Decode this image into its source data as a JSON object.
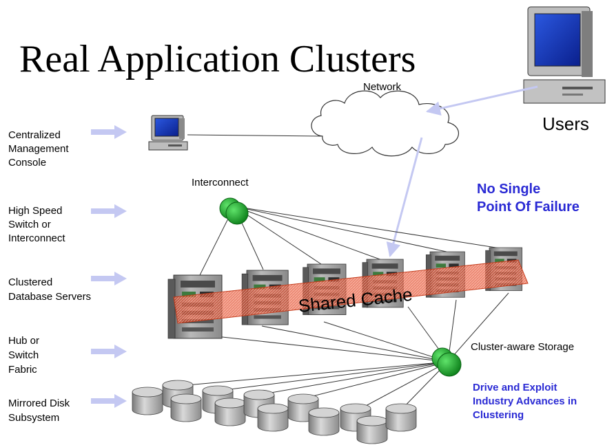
{
  "title": "Real Application Clusters",
  "labels": {
    "network": "Network",
    "users": "Users",
    "interconnect": "Interconnect",
    "no_spof_line1": "No Single",
    "no_spof_line2": "Point Of Failure",
    "shared_cache": "Shared Cache",
    "cluster_storage": "Cluster-aware Storage",
    "drive_line1": "Drive and Exploit",
    "drive_line2": "Industry Advances  in",
    "drive_line3": "Clustering"
  },
  "side_labels": [
    [
      "Centralized",
      "Management",
      "Console"
    ],
    [
      "High Speed",
      "Switch or",
      "Interconnect"
    ],
    [
      "Clustered",
      "Database Servers"
    ],
    [
      "Hub or",
      "Switch",
      "Fabric"
    ],
    [
      "Mirrored Disk",
      "Subsystem"
    ]
  ],
  "colors": {
    "arrow": "#c4c8f2",
    "accent_text": "#2a2ad4",
    "node_green": "#1aa52a",
    "cache_band": "#e04a2a"
  },
  "icons": [
    "desktop-computer-icon",
    "network-cloud-icon",
    "tower-server-icon",
    "switch-node-icon",
    "disk-drive-icon"
  ]
}
